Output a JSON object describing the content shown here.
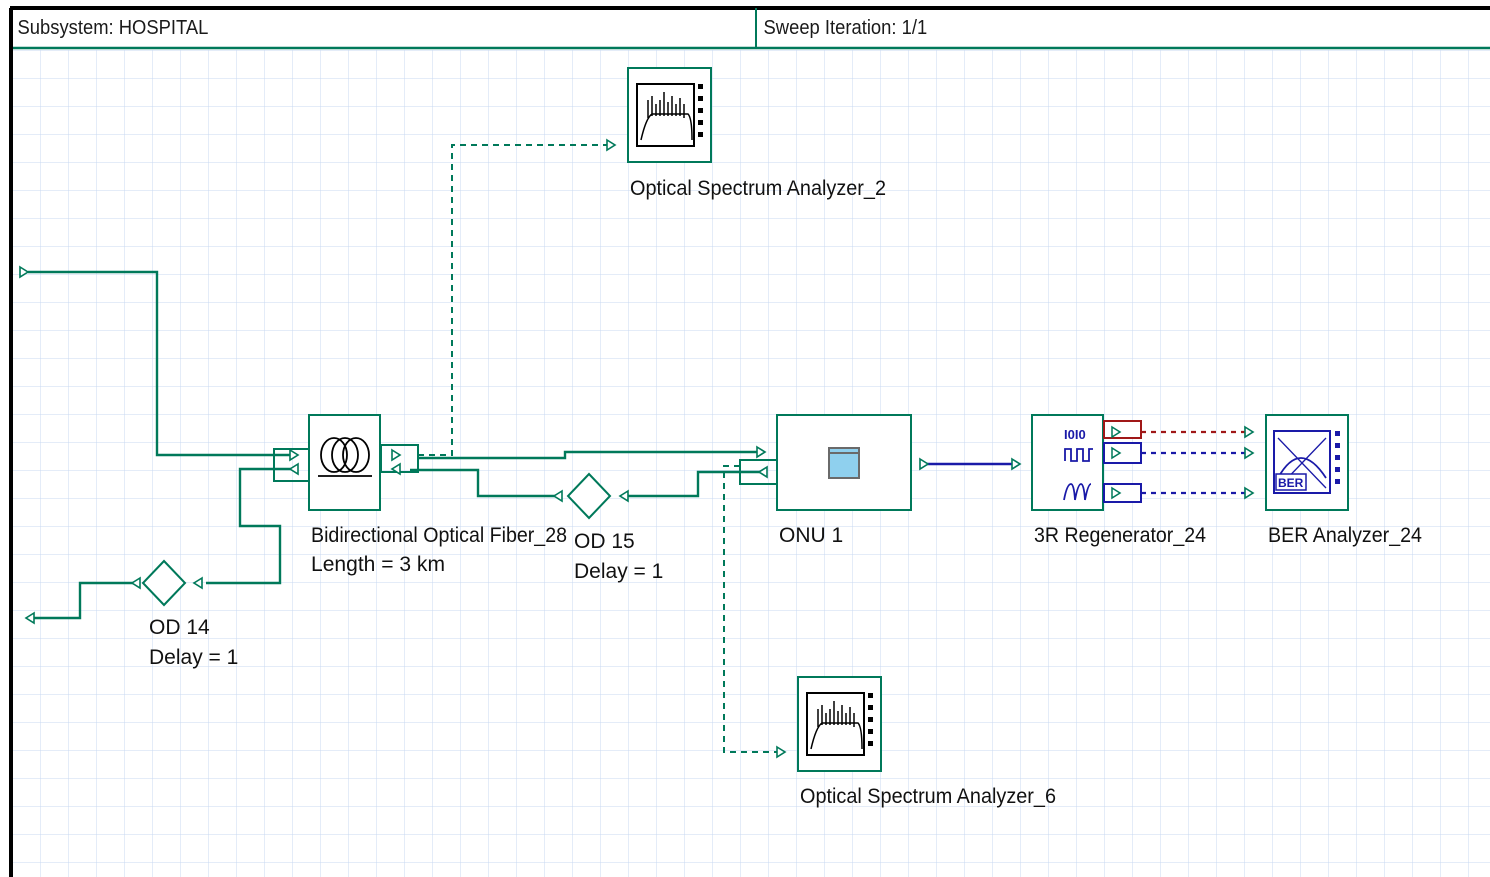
{
  "header": {
    "subsystem_label": "Subsystem: HOSPITAL",
    "sweep_label": "Sweep Iteration: 1/1"
  },
  "components": {
    "osa2": {
      "label": "Optical Spectrum Analyzer_2",
      "icon": "spectrum-analyzer-icon"
    },
    "osa6": {
      "label": "Optical Spectrum Analyzer_6",
      "icon": "spectrum-analyzer-icon"
    },
    "fiber": {
      "label": "Bidirectional Optical Fiber_28",
      "param": "Length = 3  km",
      "icon": "fiber-coil-icon"
    },
    "od14": {
      "label": "OD  14",
      "param": "Delay = 1",
      "icon": "optical-delay-icon"
    },
    "od15": {
      "label": "OD  15",
      "param": "Delay = 1",
      "icon": "optical-delay-icon"
    },
    "onu": {
      "label": "ONU 1",
      "icon": "onu-icon"
    },
    "regen": {
      "label": "3R Regenerator_24",
      "icon_text": "I0I0",
      "icon": "regenerator-icon"
    },
    "ber": {
      "label": "BER Analyzer_24",
      "icon_text": "BER",
      "icon": "ber-analyzer-icon"
    }
  },
  "colors": {
    "optical_link": "#00795a",
    "electrical_link": "#1a1aa8",
    "binary_link": "#a01818",
    "grid": "#c8d8f2",
    "frame": "#000000",
    "header_divider": "#00795a"
  }
}
